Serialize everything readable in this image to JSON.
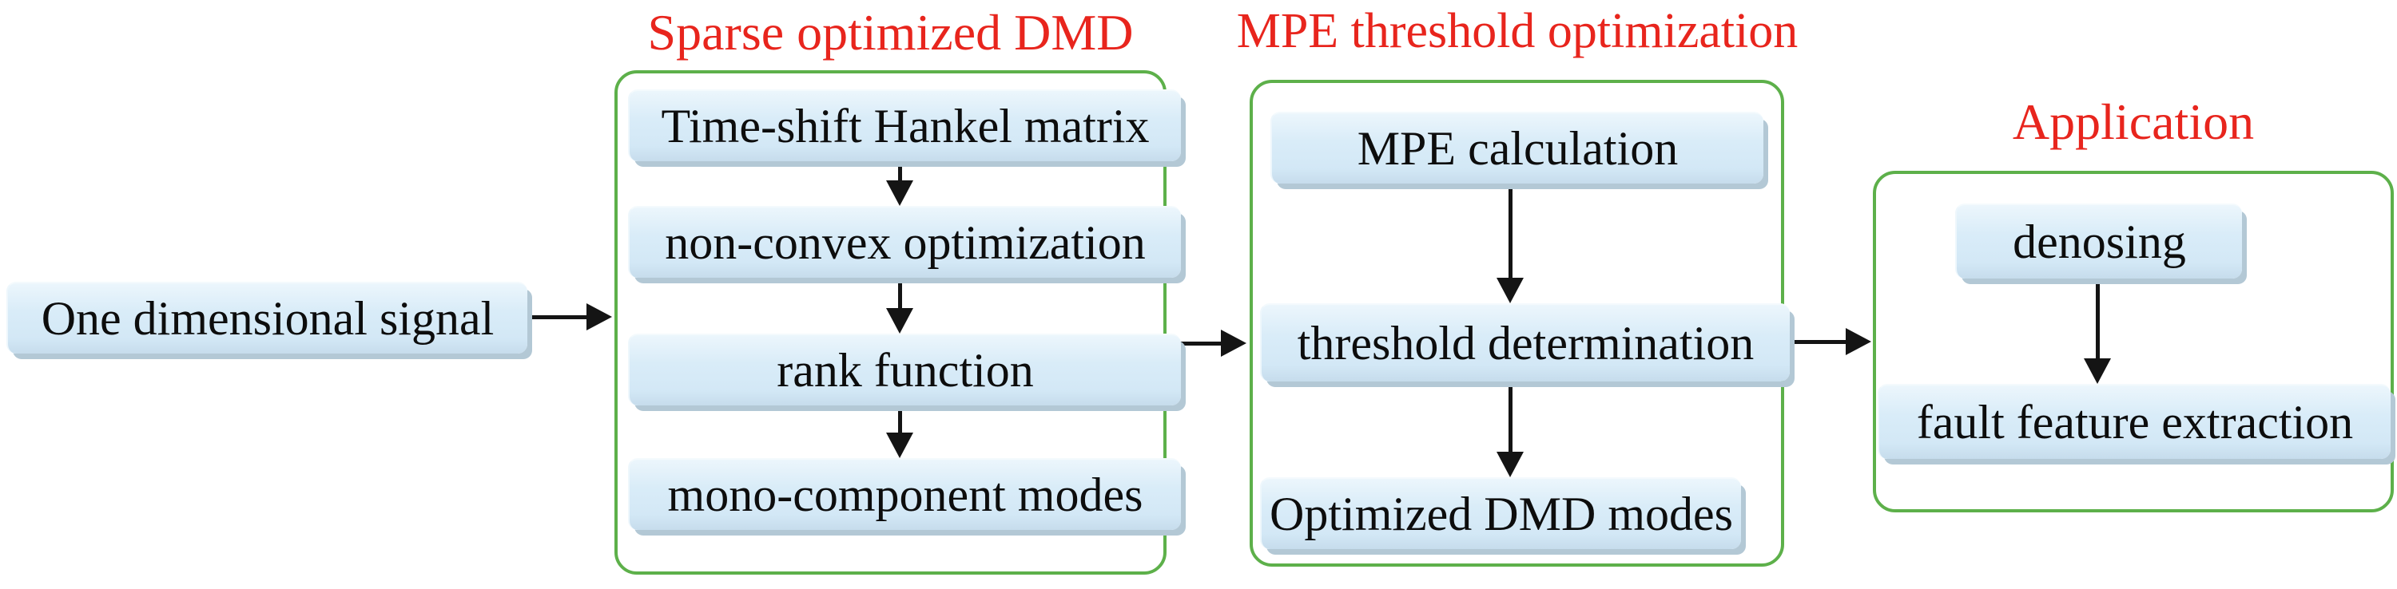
{
  "diagram": {
    "description": "Flowchart of sparse optimized DMD signal processing method",
    "colors": {
      "background": "#ffffff",
      "title_red": "#e8251d",
      "group_border_green": "#5db04a",
      "node_fill_blue": "#d9ecf8",
      "node_shadow": "#b3c8d5",
      "arrow_black": "#141414",
      "text_black": "#0d0d0d"
    },
    "input": {
      "label": "One dimensional signal"
    },
    "groups": [
      {
        "title": "Sparse optimized DMD",
        "steps": [
          "Time-shift Hankel matrix",
          "non-convex optimization",
          "rank function",
          "mono-component modes"
        ]
      },
      {
        "title": "MPE threshold optimization",
        "steps": [
          "MPE calculation",
          "threshold determination",
          "Optimized DMD modes"
        ]
      },
      {
        "title": "Application",
        "steps": [
          "denosing",
          "fault feature extraction"
        ]
      }
    ]
  }
}
